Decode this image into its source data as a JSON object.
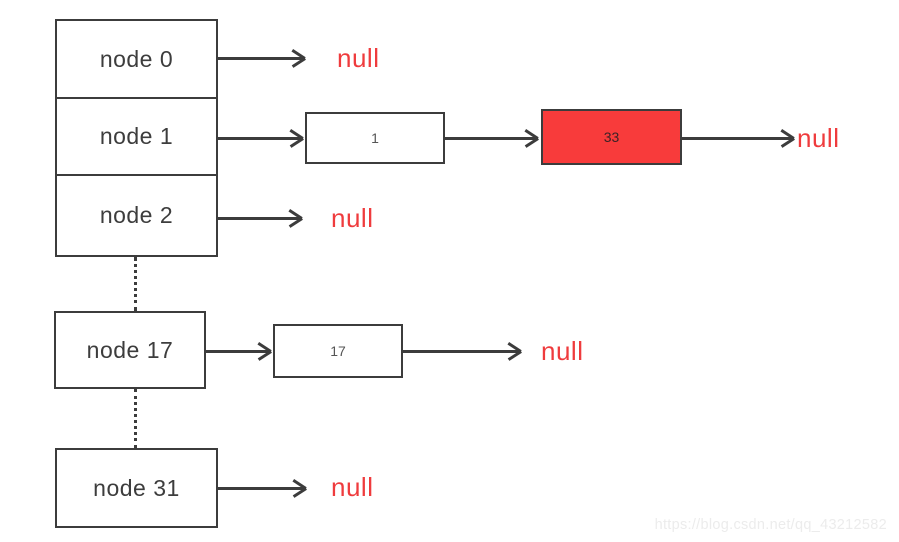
{
  "buckets": [
    {
      "label": "node 0",
      "chain": [],
      "terminal": "null"
    },
    {
      "label": "node 1",
      "chain": [
        {
          "value": "1",
          "highlighted": false
        },
        {
          "value": "33",
          "highlighted": true
        }
      ],
      "terminal": "null"
    },
    {
      "label": "node 2",
      "chain": [],
      "terminal": "null"
    },
    {
      "label": "node 17",
      "chain": [
        {
          "value": "17",
          "highlighted": false
        }
      ],
      "terminal": "null"
    },
    {
      "label": "node 31",
      "chain": [],
      "terminal": "null"
    }
  ],
  "colors": {
    "line": "#3c3c3c",
    "highlight_fill": "#f83b3b",
    "null_text": "#ef3b3d",
    "node_text": "#3d3d3d",
    "chain_text": "#555555",
    "watermark": "#ececec",
    "background": "#ffffff"
  },
  "watermark": {
    "text": "https://blog.csdn.net/qq_43212582"
  }
}
